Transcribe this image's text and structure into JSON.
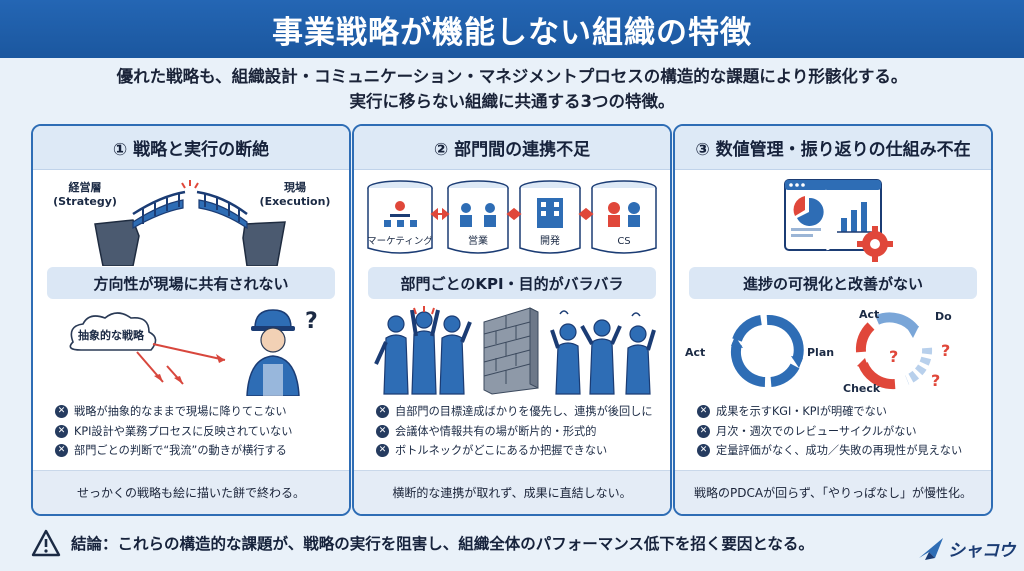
{
  "title": "事業戦略が機能しない組織の特徴",
  "lead": {
    "line1": "優れた戦略も、組織設計・コミュニケーション・マネジメントプロセスの構造的な課題により形骸化する。",
    "line2": "実行に移らない組織に共通する3つの特徴。"
  },
  "panels": [
    {
      "heading": "① 戦略と実行の断絶",
      "labels": {
        "left_line1": "経営層",
        "left_line2": "(Strategy)",
        "right_line1": "現場",
        "right_line2": "(Execution)",
        "cloud": "抽象的な戦略",
        "question": "?"
      },
      "subheading": "方向性が現場に共有されない",
      "bullets": [
        "戦略が抽象的なままで現場に降りてこない",
        "KPI設計や業務プロセスに反映されていない",
        "部門ごとの判断で“我流”の動きが横行する"
      ],
      "footer": "せっかくの戦略も絵に描いた餅で終わる。",
      "icons": [
        "broken-bridge-icon",
        "cloud-icon",
        "worker-icon"
      ]
    },
    {
      "heading": "② 部門間の連携不足",
      "departments": [
        "マーケティング",
        "営業",
        "開発",
        "CS"
      ],
      "subheading": "部門ごとのKPI・目的がバラバラ",
      "bullets": [
        "自部門の目標達成ばかりを優先し、連携が後回しに",
        "会議体や情報共有の場が断片的・形式的",
        "ボトルネックがどこにあるか把握できない"
      ],
      "footer": "横断的な連携が取れず、成果に直結しない。",
      "icons": [
        "silo-icon",
        "brick-wall-icon",
        "people-icon"
      ]
    },
    {
      "heading": "③ 数値管理・振り返りの仕組み不在",
      "subheading": "進捗の可視化と改善がない",
      "cycle": {
        "act": "Act",
        "plan": "Plan",
        "act2": "Act",
        "do": "Do",
        "check": "Check",
        "question": "?"
      },
      "bullets": [
        "成果を示すKGI・KPIが明確でない",
        "月次・週次でのレビューサイクルがない",
        "定量評価がなく、成功／失敗の再現性が見えない"
      ],
      "footer": "戦略のPDCAが回らず、「やりっぱなし」が慢性化。",
      "icons": [
        "dashboard-icon",
        "gear-icon",
        "cycle-icon"
      ]
    }
  ],
  "conclusion": "結論：これらの構造的な課題が、戦略の実行を阻害し、組織全体のパフォーマンス低下を招く要因となる。",
  "logo_text": "シャコウ",
  "colors": {
    "header": "#1b579f",
    "panel_border": "#2e6db5",
    "accent_red": "#e0473a",
    "background": "#e9f1f9"
  }
}
